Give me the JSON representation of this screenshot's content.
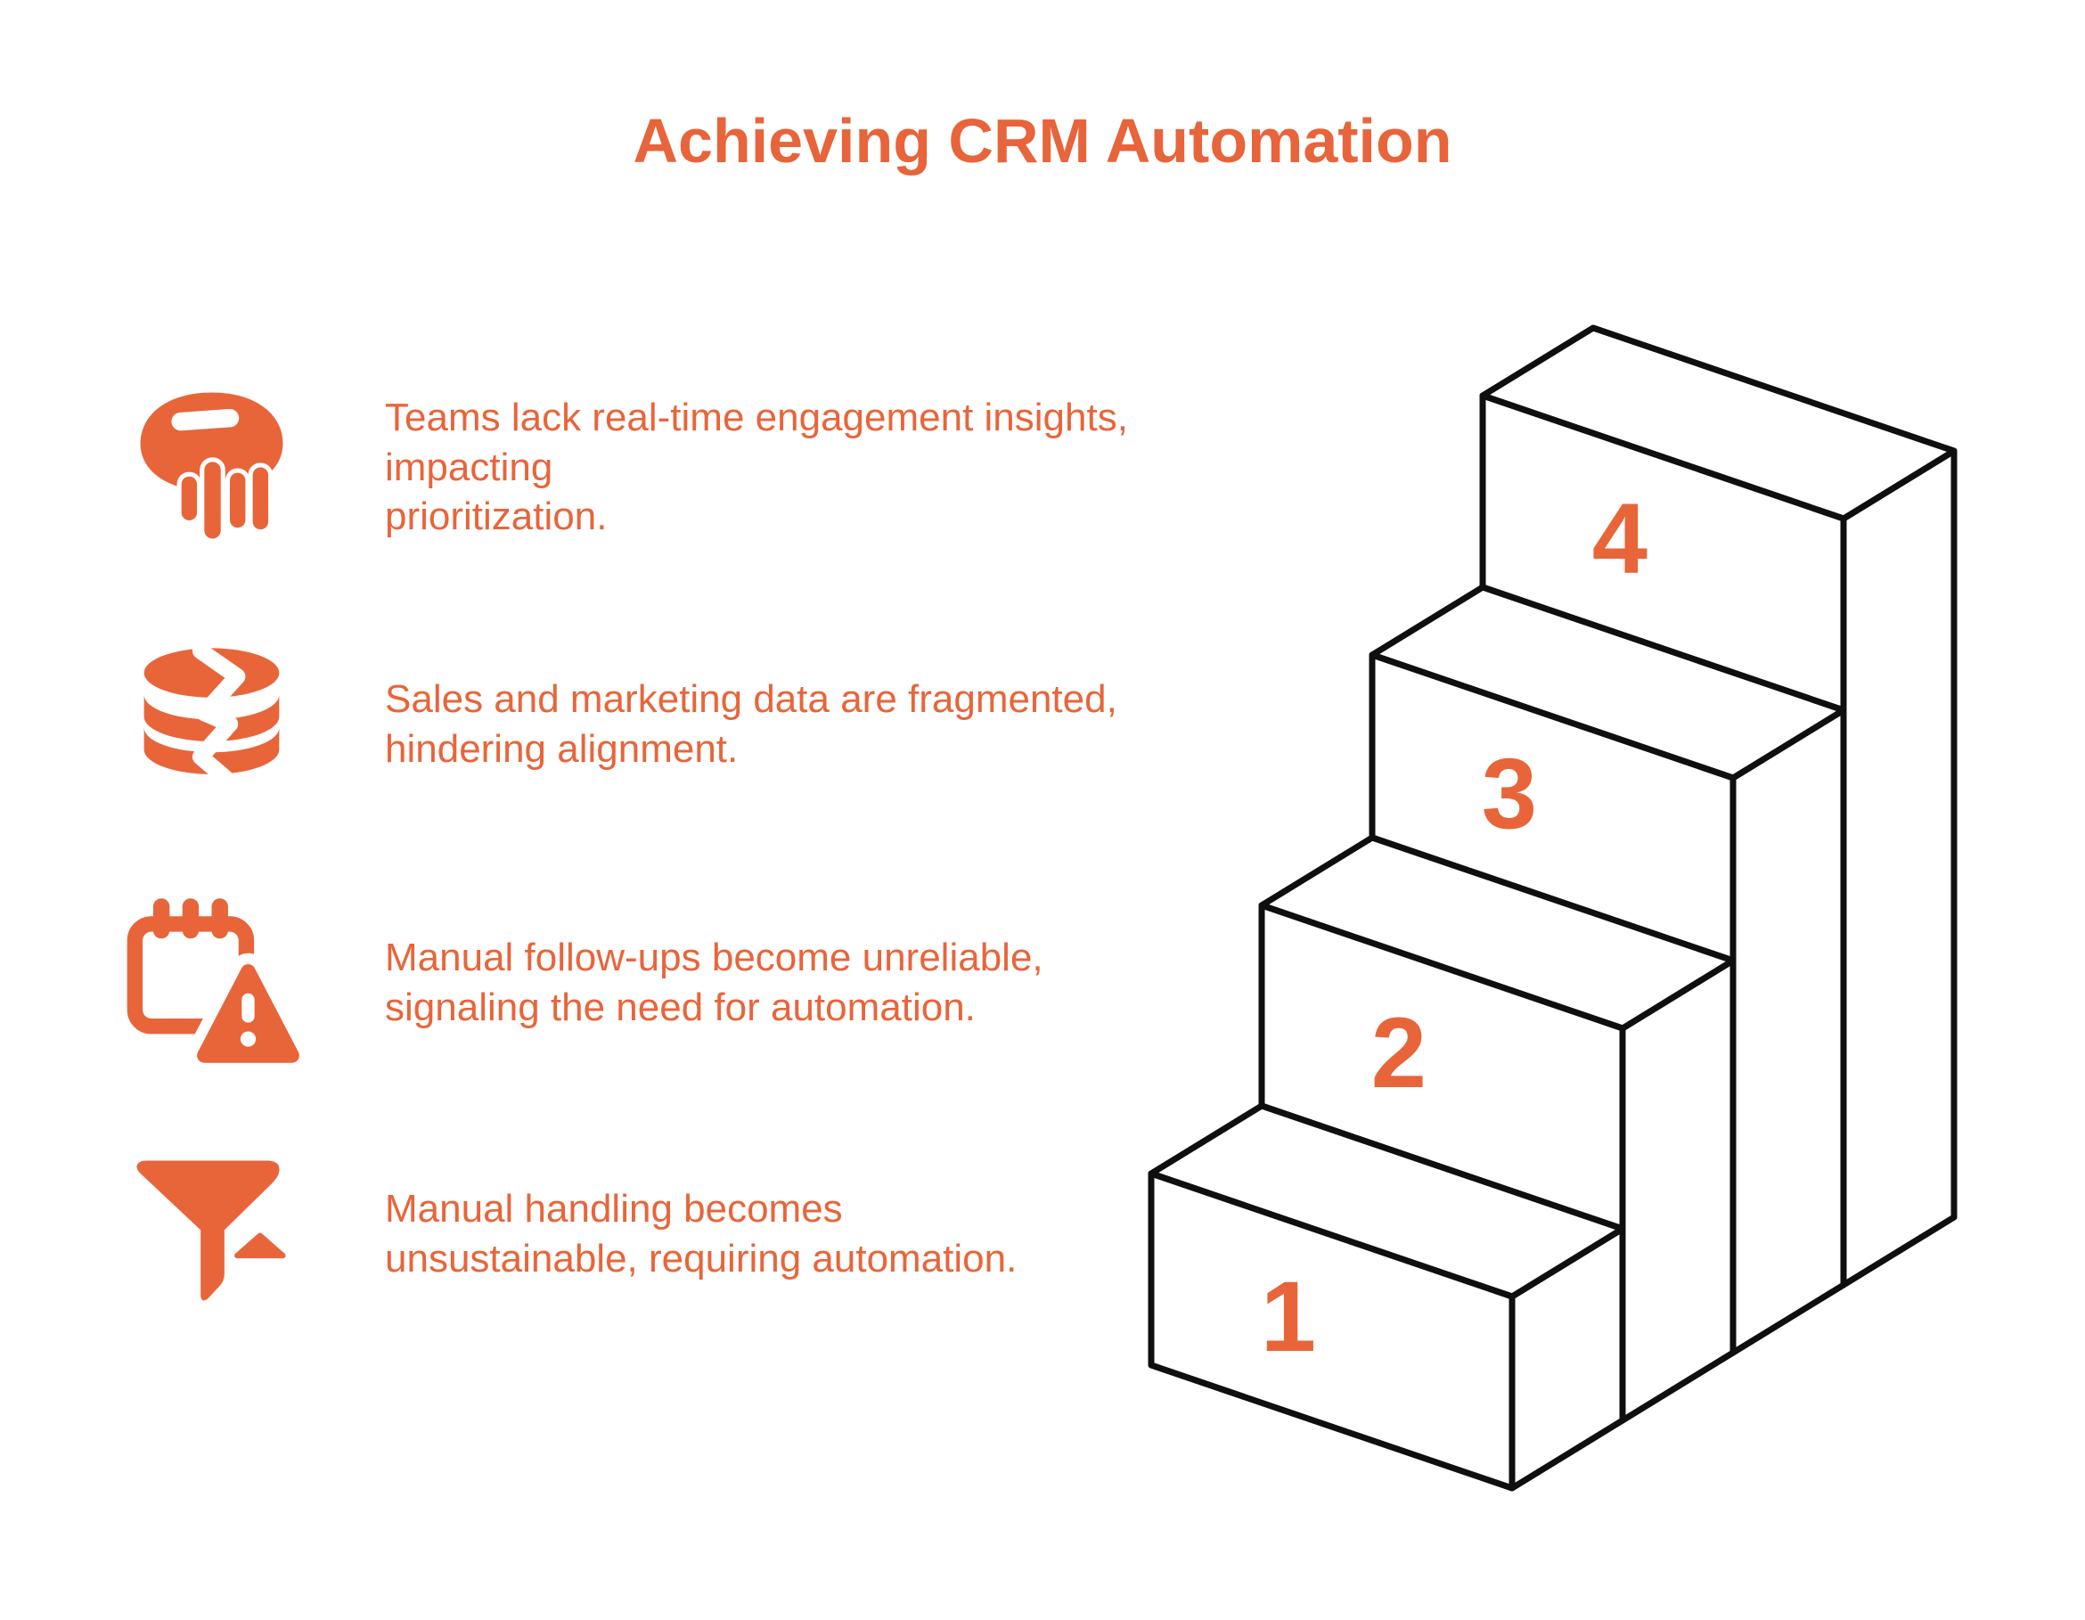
{
  "page": {
    "background": "#ffffff",
    "accent": "#E8653A",
    "title": "Achieving CRM Automation"
  },
  "items": [
    {
      "icon": "engagement-insights-icon",
      "text": "Teams lack real-time engagement insights, impacting\nprioritization."
    },
    {
      "icon": "fragmented-database-icon",
      "text": "Sales and marketing data are fragmented,\nhindering alignment."
    },
    {
      "icon": "calendar-warning-icon",
      "text": "Manual follow-ups become unreliable,\nsignaling the need for automation."
    },
    {
      "icon": "filter-funnel-icon",
      "text": "Manual handling becomes\nunsustainable, requiring automation."
    }
  ],
  "staircase": {
    "outline_color": "#0f0f0f",
    "face_fill": "#ffffff",
    "number_color": "#E8653A",
    "steps": [
      {
        "label": "1"
      },
      {
        "label": "2"
      },
      {
        "label": "3"
      },
      {
        "label": "4"
      }
    ]
  }
}
